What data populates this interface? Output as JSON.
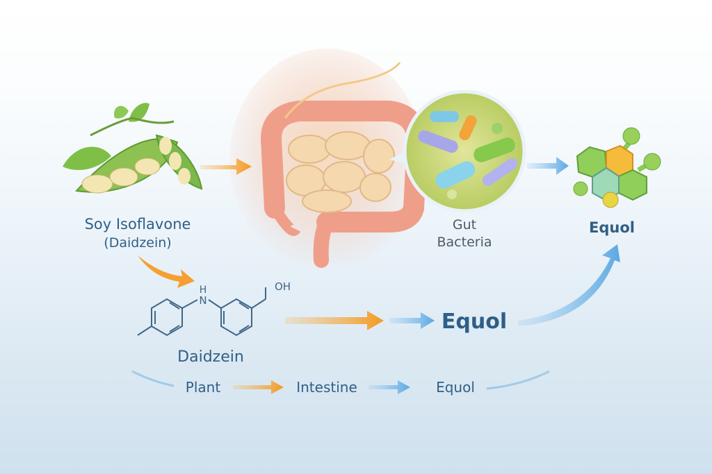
{
  "labels": {
    "soy_title": "Soy Isoflavone",
    "soy_subtitle": "(Daidzein)",
    "gut_line1": "Gut",
    "gut_line2": "Bacteria",
    "equol_top": "Equol",
    "daidzein": "Daidzein",
    "equol_middle": "Equol",
    "structure_oh": "OH",
    "structure_h": "H",
    "structure_n": "N"
  },
  "flow": {
    "step1": "Plant",
    "step2": "Intestine",
    "step3": "Equol"
  },
  "icons": [
    "soybean-pod-icon",
    "intestine-icon",
    "gut-bacteria-icon",
    "equol-molecule-icon",
    "daidzein-structure-icon"
  ],
  "colors": {
    "orange_arrow": "#f5a030",
    "blue_arrow": "#6fb3e6",
    "label_text": "#2f5f86",
    "gray_text": "#4a5a68"
  }
}
